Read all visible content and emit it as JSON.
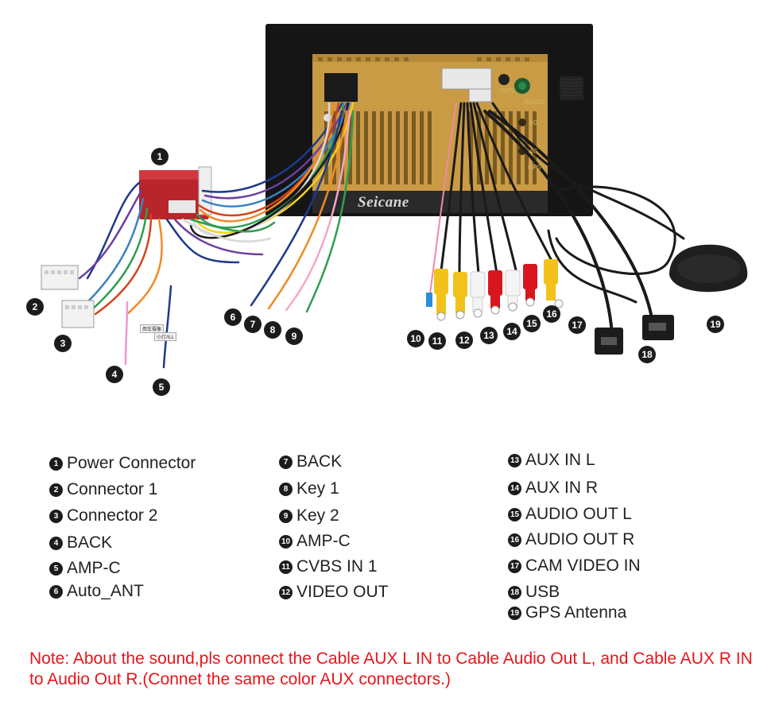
{
  "brand": "Seicane",
  "panel_labels": {
    "gps": "GPS",
    "radio": "RADIO",
    "fourg_1": "4G",
    "fourg_2": "4G",
    "gps_2": "GPS"
  },
  "tags": {
    "tag_a": "倒车摄像",
    "tag_b": "小灯/ILL"
  },
  "callouts": [
    "1",
    "2",
    "3",
    "4",
    "5",
    "6",
    "7",
    "8",
    "9",
    "10",
    "11",
    "12",
    "13",
    "14",
    "15",
    "16",
    "17",
    "18",
    "19"
  ],
  "legend": {
    "col1": [
      {
        "num": "1",
        "label": "Power Connector"
      },
      {
        "num": "2",
        "label": "Connector 1"
      },
      {
        "num": "3",
        "label": "Connector 2"
      },
      {
        "num": "4",
        "label": "BACK"
      },
      {
        "num": "5",
        "label": "AMP-C"
      },
      {
        "num": "6",
        "label": "Auto_ANT"
      }
    ],
    "col2": [
      {
        "num": "7",
        "label": "BACK"
      },
      {
        "num": "8",
        "label": "Key 1"
      },
      {
        "num": "9",
        "label": "Key 2"
      },
      {
        "num": "10",
        "label": "AMP-C"
      },
      {
        "num": "11",
        "label": "CVBS IN 1"
      },
      {
        "num": "12",
        "label": "VIDEO OUT"
      }
    ],
    "col3": [
      {
        "num": "13",
        "label": "AUX IN L"
      },
      {
        "num": "14",
        "label": "AUX IN R"
      },
      {
        "num": "15",
        "label": "AUDIO OUT L"
      },
      {
        "num": "16",
        "label": "AUDIO OUT R"
      },
      {
        "num": "17",
        "label": "CAM VIDEO IN"
      },
      {
        "num": "18",
        "label": "USB"
      },
      {
        "num": "19",
        "label": "GPS Antenna"
      }
    ]
  },
  "note": "Note: About the sound,pls connect the Cable AUX L IN to Cable Audio Out L, and Cable AUX R IN to  Audio Out R.(Connet the same color AUX connectors.)",
  "colors": {
    "note_red": "#e8141b",
    "panel_gold": "#c99b45",
    "frame_black": "#151515",
    "power_box_red": "#b8252a",
    "rca_yellow": "#f2c21a",
    "rca_red": "#d9161e",
    "rca_white": "#f4f4f4"
  }
}
